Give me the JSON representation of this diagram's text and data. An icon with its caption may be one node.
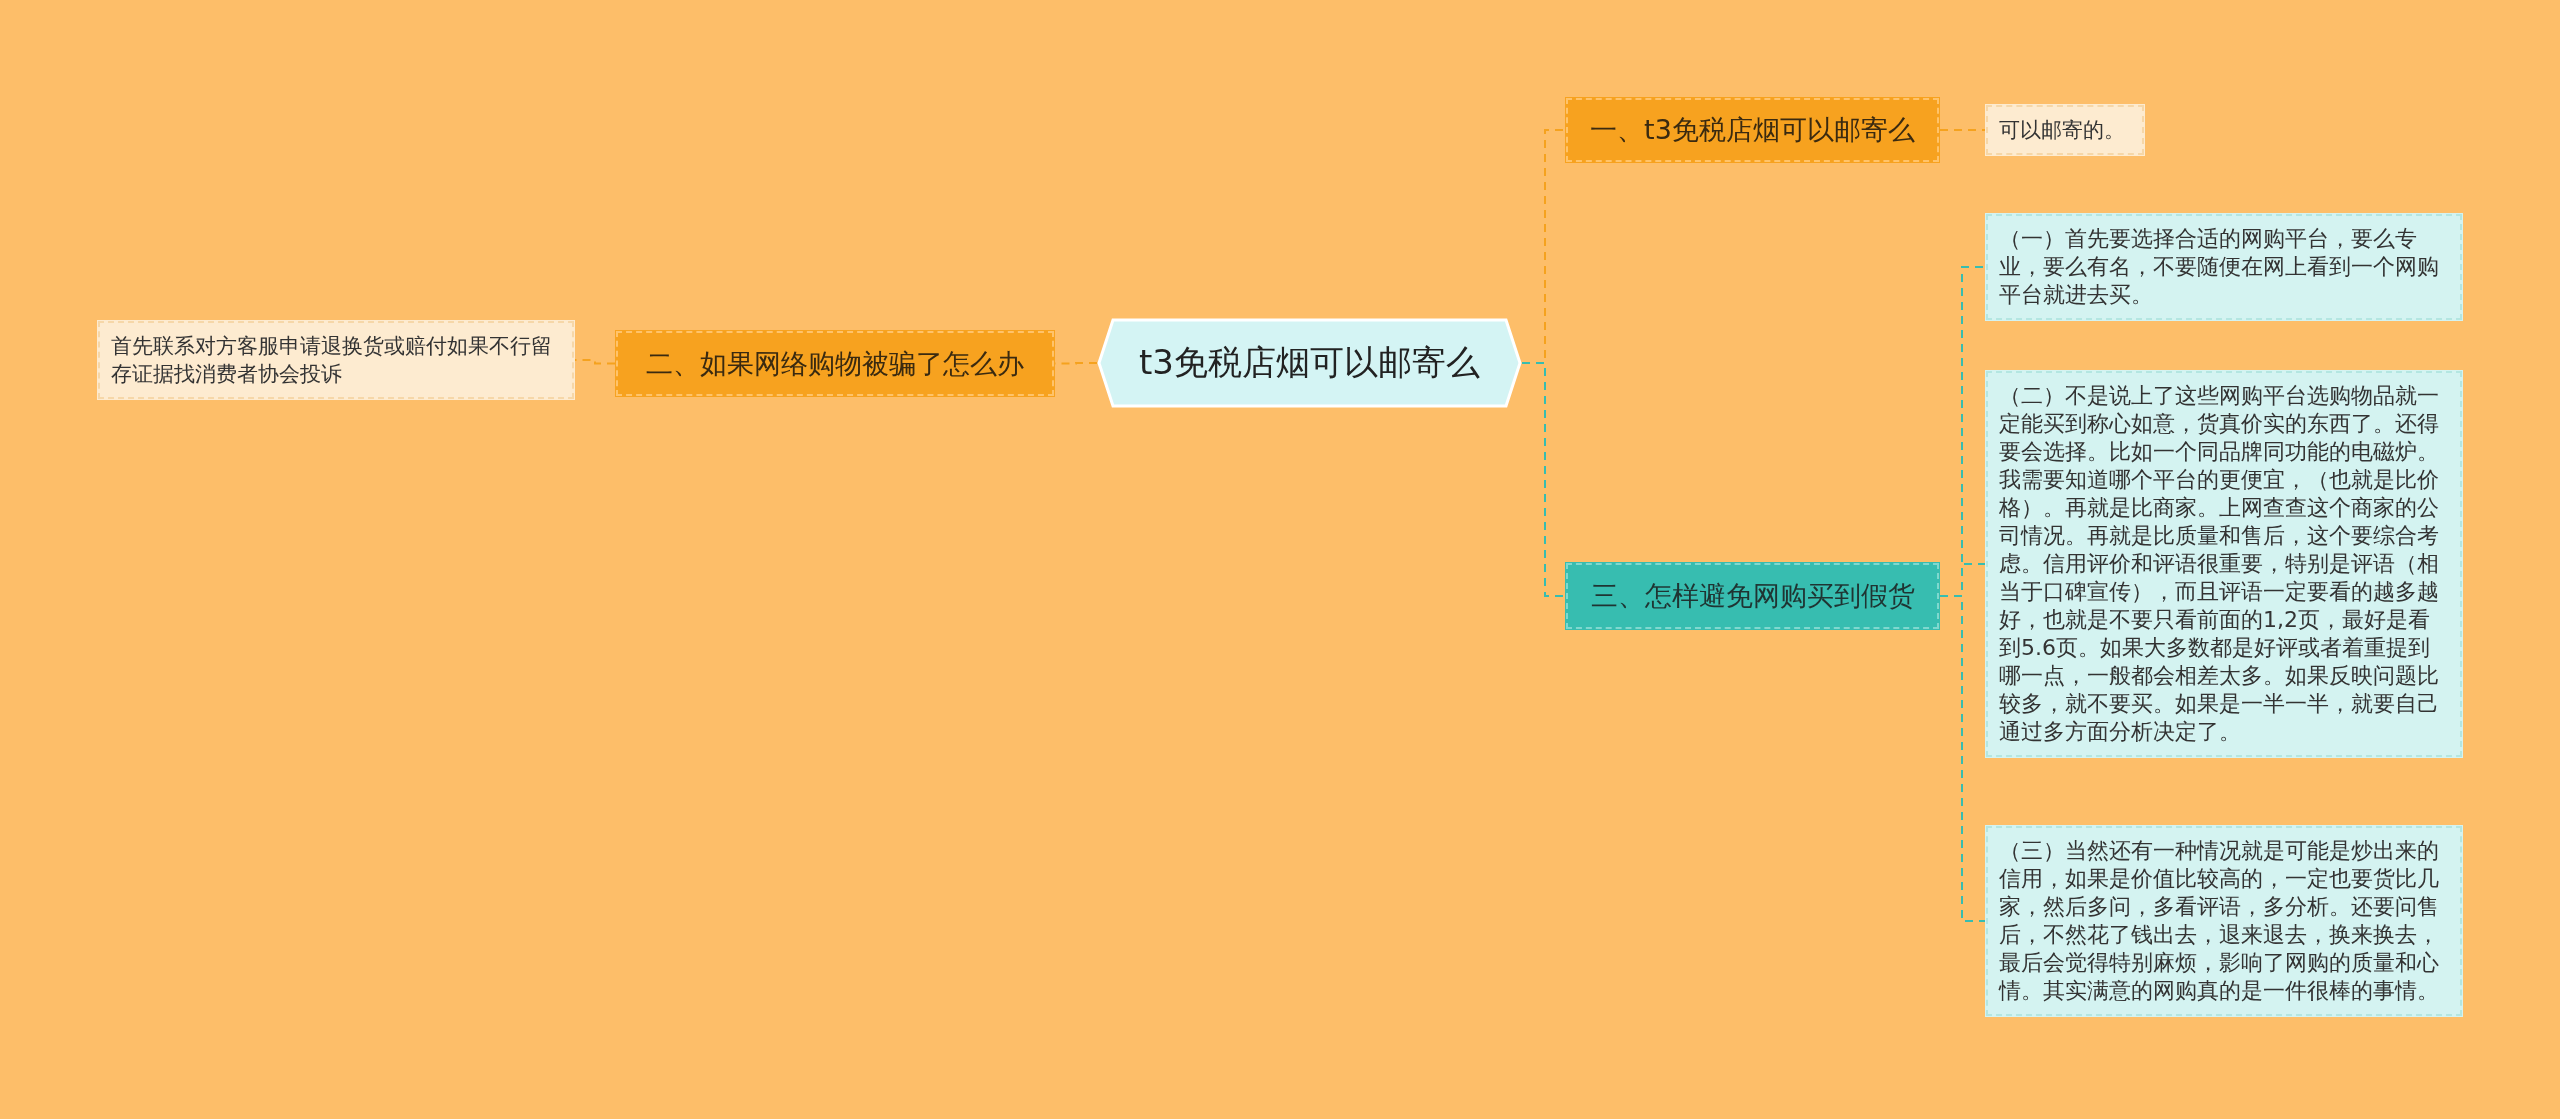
{
  "diagram": {
    "nodes": [
      {
        "text": [
          "t3免税店烟可以邮寄么"
        ]
      },
      {
        "text": [
          "一、t3免税店烟可以邮寄么"
        ]
      },
      {
        "text": [
          "可以邮寄的。"
        ]
      },
      {
        "text": [
          "二、如果网络购物被骗了怎么办"
        ]
      },
      {
        "text": [
          "首先联系对方客服申请退换货或赔付如果不行留存证据找消费者协会投诉"
        ]
      },
      {
        "text": [
          "三、怎样避免网购买到假货"
        ]
      },
      {
        "text": [
          "（一）首先要选择合适的网购平台，要么专业，要么有名，不要随便在网上看到一个网购平台就进去买。"
        ]
      },
      {
        "text": [
          "（二）不是说上了这些网购平台选购物品就一定能买到称心如意，货真价实的东西了。还得要会选择。比如一个同品牌同功能的电磁炉。我需要知道哪个平台的更便宜，（也就是比价格）。再就是比商家。上网查查这个商家的公司情况。再就是比质量和售后，这个要综合考虑。信用评价和评语很重要，特别是评语（相当于口碑宣传），而且评语一定要看的越多越好，也就是不要只看前面的1,2页，最好是看到5.6页。如果大多数都是好评或者着重提到哪一点，一般都会相差太多。如果反映问题比较多，就不要买。如果是一半一半，就要自己通过多方面分析决定了。"
        ]
      },
      {
        "text": [
          "（三）当然还有一种情况就是可能是炒出来的信用，如果是价值比较高的，一定也要货比几家，然后多问，多看评语，多分析。还要问售后，不然花了钱出去，退来退去，换来换去，最后会觉得特别麻烦，影响了网购的质量和心情。其实满意的网购真的是一件很棒的事情。"
        ]
      }
    ],
    "edges": [
      {
        "from": 0,
        "to": 1,
        "arrow": "none",
        "style": "dashed",
        "color": "#f5a21e"
      },
      {
        "from": 1,
        "to": 2,
        "arrow": "none",
        "style": "dashed",
        "color": "#f5a21e"
      },
      {
        "from": 0,
        "to": 3,
        "arrow": "none",
        "style": "dashed",
        "color": "#f5a21e"
      },
      {
        "from": 3,
        "to": 4,
        "arrow": "none",
        "style": "dashed",
        "color": "#f5a21e"
      },
      {
        "from": 0,
        "to": 5,
        "arrow": "none",
        "style": "dashed",
        "color": "#37bdb0"
      },
      {
        "from": 5,
        "to": 6,
        "arrow": "none",
        "style": "dashed",
        "color": "#37bdb0"
      },
      {
        "from": 5,
        "to": 7,
        "arrow": "none",
        "style": "dashed",
        "color": "#37bdb0"
      },
      {
        "from": 5,
        "to": 8,
        "arrow": "none",
        "style": "dashed",
        "color": "#37bdb0"
      }
    ]
  }
}
